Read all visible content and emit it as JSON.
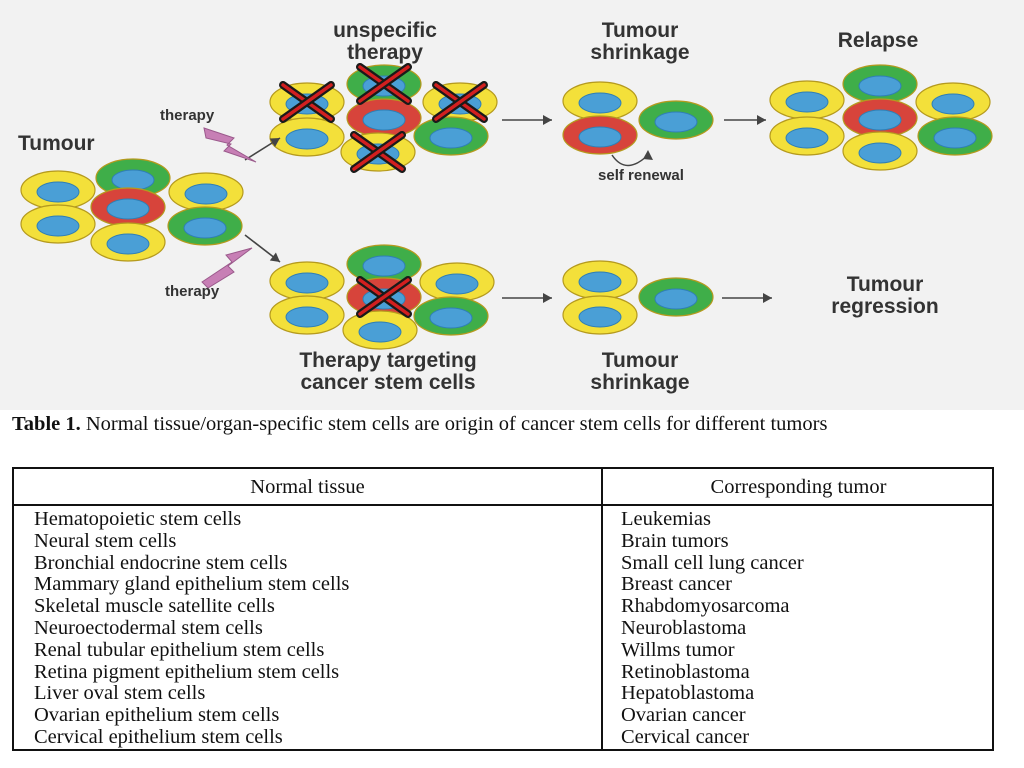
{
  "diagram": {
    "labels": {
      "tumour": "Tumour",
      "therapy_top": "therapy",
      "therapy_bottom": "therapy",
      "unspecific_therapy_line1": "unspecific",
      "unspecific_therapy_line2": "therapy",
      "tumour_shrinkage_top_line1": "Tumour",
      "tumour_shrinkage_top_line2": "shrinkage",
      "relapse": "Relapse",
      "self_renewal": "self renewal",
      "tumour_regression_line1": "Tumour",
      "tumour_regression_line2": "regression",
      "therapy_targeting_line1": "Therapy targeting",
      "therapy_targeting_line2": "cancer stem cells",
      "tumour_shrinkage_bottom_line1": "Tumour",
      "tumour_shrinkage_bottom_line2": "shrinkage"
    },
    "colors": {
      "background": "#f2f2f2",
      "cell_yellow": "#f3e03a",
      "cell_green": "#3fae49",
      "cell_red": "#d7443b",
      "nucleus_blue": "#4a9fd6",
      "cross_black": "#1a1a1a",
      "cross_red": "#d21f1f",
      "lightning_purple": "#c77fb5",
      "arrow_gray": "#444444"
    }
  },
  "table": {
    "caption_label": "Table 1.",
    "caption_text": " Normal tissue/organ-specific stem cells are origin of cancer stem cells for different tumors",
    "headers": {
      "normal": "Normal tissue",
      "tumor": "Corresponding tumor"
    },
    "rows": [
      {
        "normal": "Hematopoietic stem cells",
        "tumor": "Leukemias"
      },
      {
        "normal": "Neural stem cells",
        "tumor": "Brain tumors"
      },
      {
        "normal": "Bronchial endocrine stem cells",
        "tumor": "Small cell lung cancer"
      },
      {
        "normal": "Mammary gland epithelium stem cells",
        "tumor": "Breast cancer"
      },
      {
        "normal": "Skeletal muscle satellite cells",
        "tumor": "Rhabdomyosarcoma"
      },
      {
        "normal": "Neuroectodermal stem cells",
        "tumor": "Neuroblastoma"
      },
      {
        "normal": "Renal tubular epithelium stem cells",
        "tumor": "Willms tumor"
      },
      {
        "normal": "Retina pigment epithelium stem cells",
        "tumor": "Retinoblastoma"
      },
      {
        "normal": "Liver oval stem cells",
        "tumor": "Hepatoblastoma"
      },
      {
        "normal": "Ovarian epithelium stem cells",
        "tumor": "Ovarian cancer"
      },
      {
        "normal": "Cervical epithelium stem cells",
        "tumor": "Cervical cancer"
      }
    ]
  }
}
